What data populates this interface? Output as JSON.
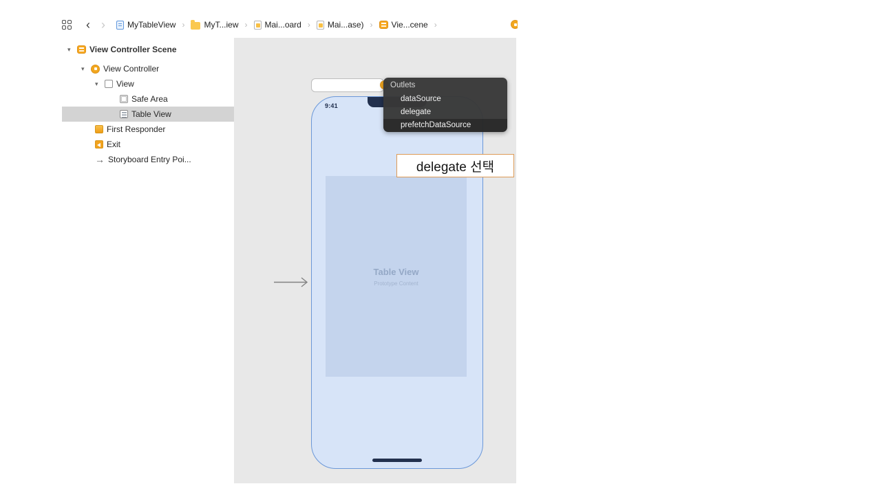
{
  "breadcrumb": {
    "back": "‹",
    "forward": "›",
    "separator": "›",
    "items": [
      {
        "label": "MyTableView",
        "icon": "project-file-icon"
      },
      {
        "label": "MyT...iew",
        "icon": "folder-icon"
      },
      {
        "label": "Mai...oard",
        "icon": "storyboard-file-icon"
      },
      {
        "label": "Mai...ase)",
        "icon": "storyboard-file-icon"
      },
      {
        "label": "Vie...cene",
        "icon": "scene-icon"
      },
      {
        "label": "",
        "icon": "view-controller-icon"
      }
    ]
  },
  "outline": {
    "disclosure": "▾",
    "entry_arrow": "→",
    "rows": [
      {
        "label": "View Controller Scene",
        "icon": "scene-icon"
      },
      {
        "label": "View Controller",
        "icon": "view-controller-icon"
      },
      {
        "label": "View",
        "icon": "view-icon"
      },
      {
        "label": "Safe Area",
        "icon": "safe-area-icon"
      },
      {
        "label": "Table View",
        "icon": "table-view-icon",
        "selected": true
      },
      {
        "label": "First Responder",
        "icon": "first-responder-icon"
      },
      {
        "label": "Exit",
        "icon": "exit-icon"
      },
      {
        "label": "Storyboard Entry Poi...",
        "icon": "entry-point-icon"
      }
    ]
  },
  "device": {
    "status_time": "9:41",
    "table_view_title": "Table View",
    "table_view_subtitle": "Prototype Content"
  },
  "connection_hud": {
    "title": "Outlets",
    "items": [
      "dataSource",
      "delegate",
      "prefetchDataSource"
    ]
  },
  "annotation": {
    "text": "delegate 선택"
  },
  "colors": {
    "accent_orange": "#f2a71e",
    "canvas_bg": "#e8e8e8",
    "phone_bg": "#d7e4f8",
    "phone_border": "#6a97d8",
    "table_view_bg": "#c4d4ed",
    "hud_bg": "#383838",
    "selection_bg": "#d3d3d3",
    "annotation_border": "#dd9a55"
  }
}
